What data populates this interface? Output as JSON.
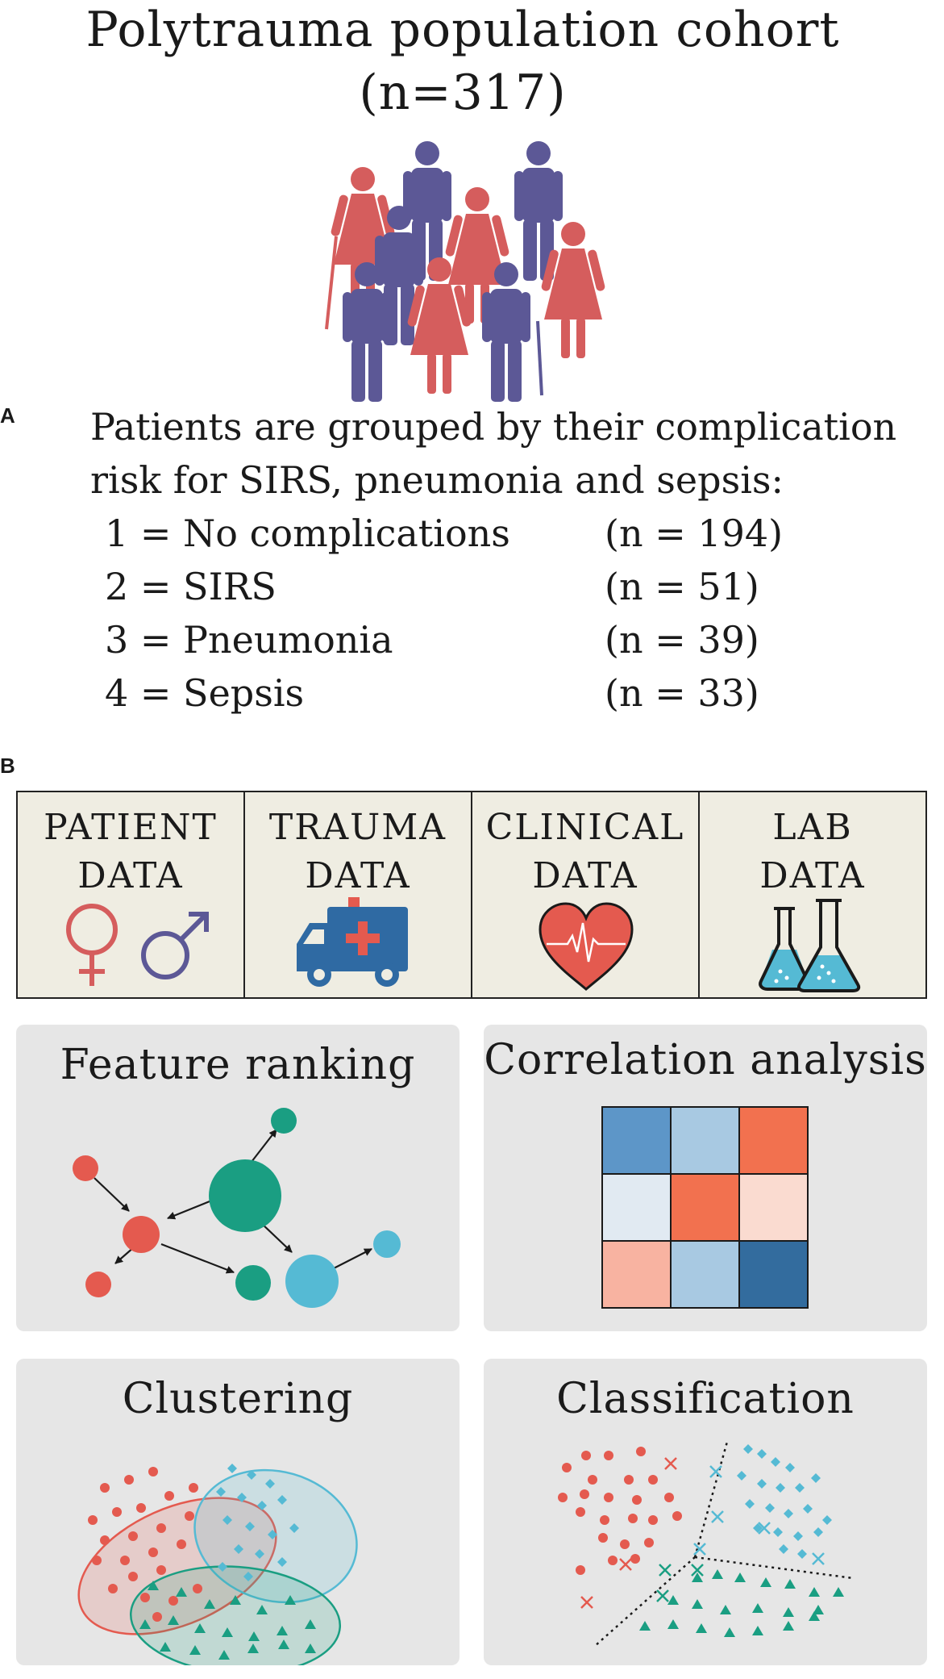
{
  "header": {
    "title_line1": "Polytrauma population cohort",
    "title_line2": "(n=317)"
  },
  "panel_a": {
    "letter": "A",
    "intro_line1": "Patients are grouped by their complication",
    "intro_line2": "risk for SIRS, pneumonia and sepsis:",
    "groups": [
      {
        "label": "1 = No complications",
        "count": "(n = 194)"
      },
      {
        "label": "2 = SIRS",
        "count": "(n = 51)"
      },
      {
        "label": "3 = Pneumonia",
        "count": "(n = 39)"
      },
      {
        "label": "4 = Sepsis",
        "count": "(n = 33)"
      }
    ]
  },
  "panel_b": {
    "letter": "B",
    "data_sources": [
      {
        "line1": "PATIENT",
        "line2": "DATA",
        "icon": "gender-symbols-icon"
      },
      {
        "line1": "TRAUMA",
        "line2": "DATA",
        "icon": "ambulance-icon"
      },
      {
        "line1": "CLINICAL",
        "line2": "DATA",
        "icon": "heart-ecg-icon"
      },
      {
        "line1": "LAB",
        "line2": "DATA",
        "icon": "lab-flasks-icon"
      }
    ],
    "methods": [
      {
        "title": "Feature ranking",
        "icon": "network-graph-icon"
      },
      {
        "title": "Correlation analysis",
        "icon": "heatmap-icon"
      },
      {
        "title": "Clustering",
        "icon": "cluster-ellipses-icon"
      },
      {
        "title": "Classification",
        "icon": "decision-boundary-icon"
      }
    ]
  },
  "colors": {
    "red": "#e45a4f",
    "people_red": "#d55d5d",
    "people_blue": "#5c5896",
    "teal": "#1a9e82",
    "cyan": "#55bad4",
    "ambulance_blue": "#2f6aa3",
    "box_fill": "#efede2",
    "card_fill": "#e6e6e6"
  }
}
